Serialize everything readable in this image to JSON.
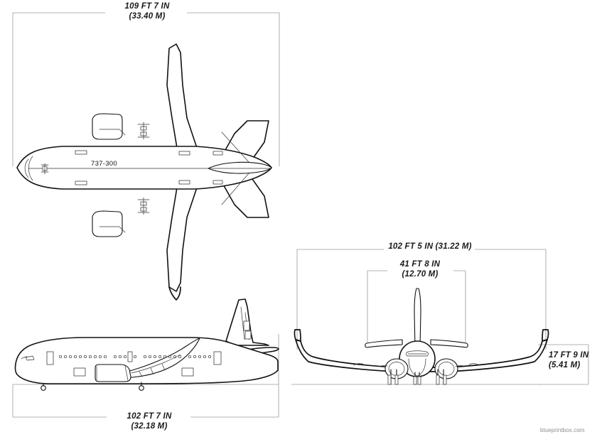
{
  "drawing": {
    "subject": "Boeing 737-300 three-view general arrangement drawing",
    "model_label": "737-300",
    "watermark": "blueprintbox.com",
    "background_color": "#ffffff",
    "line_color": "#111111",
    "dimension_line_color": "#9a9a9a",
    "text_color": "#1a1a1a"
  },
  "dimensions": {
    "wingspan": {
      "name": "wingspan",
      "view": "top",
      "imperial": "109 FT 7 IN",
      "metric": "(33.40 M)"
    },
    "overall_length": {
      "name": "overall-length",
      "view": "side",
      "imperial": "102 FT 7 IN",
      "metric": "(32.18 M)"
    },
    "front_wingspan": {
      "name": "front-wingspan",
      "view": "front",
      "imperial": "102 FT 5 IN (31.22 M)",
      "metric": ""
    },
    "stabilizer_span": {
      "name": "horizontal-stabilizer-span",
      "view": "front",
      "imperial": "41 FT 8 IN",
      "metric": "(12.70 M)"
    },
    "overall_height": {
      "name": "overall-height",
      "view": "front",
      "imperial": "17 FT 9 IN",
      "metric": "(5.41 M)"
    }
  },
  "views": [
    {
      "id": "top-view",
      "label": "top-plan-view"
    },
    {
      "id": "side-view",
      "label": "side-elevation-view"
    },
    {
      "id": "front-view",
      "label": "front-elevation-view"
    }
  ]
}
